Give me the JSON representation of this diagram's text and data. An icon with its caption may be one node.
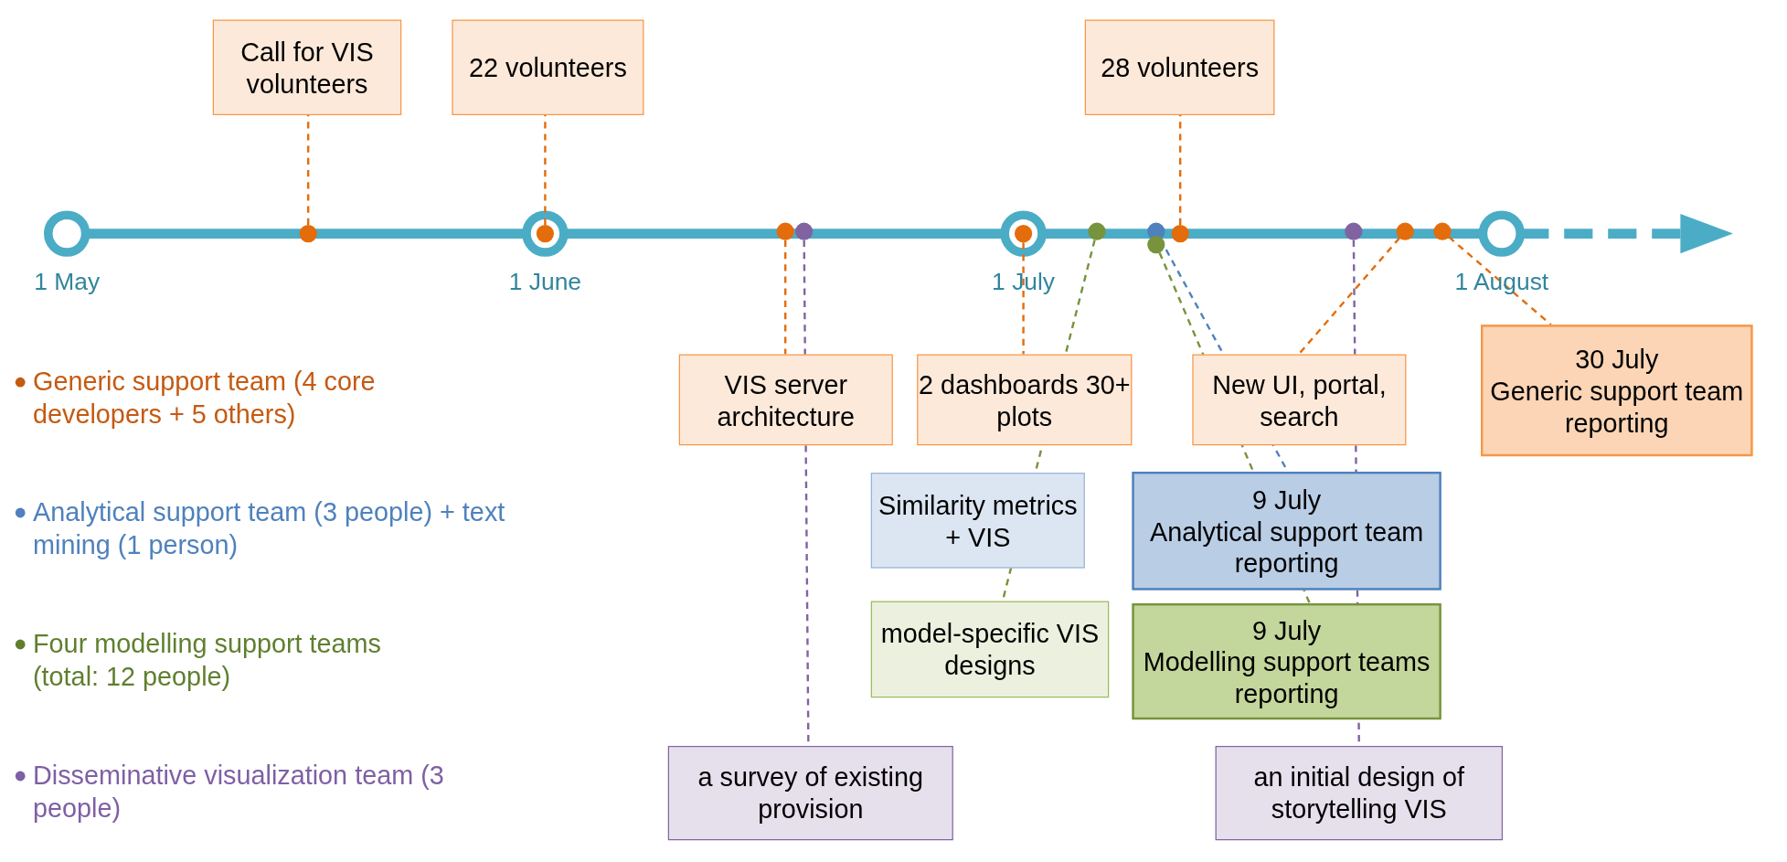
{
  "diagram": {
    "nodes": [
      {
        "text": [
          "Call for VIS volunteers"
        ]
      },
      {
        "text": [
          "22 volunteers"
        ]
      },
      {
        "text": [
          "28 volunteers"
        ]
      },
      {
        "text": [],
        "shape": "circle"
      },
      {
        "text": [],
        "shape": "circle"
      },
      {
        "text": [],
        "shape": "circle"
      },
      {
        "text": [],
        "shape": "circle"
      },
      {
        "text": [],
        "shape": "circle"
      },
      {
        "text": [],
        "shape": "circle"
      },
      {
        "text": [],
        "shape": "circle"
      },
      {
        "text": [],
        "shape": "circle"
      },
      {
        "text": [],
        "shape": "circle"
      },
      {
        "text": [],
        "shape": "circle"
      },
      {
        "text": [],
        "shape": "circle"
      },
      {
        "text": [],
        "shape": "circle"
      },
      {
        "text": [
          "VIS server architecture"
        ]
      },
      {
        "text": [
          "2 dashboards 30+ plots"
        ]
      },
      {
        "text": [
          "New UI, portal, search"
        ]
      },
      {
        "text": [
          "30 July",
          "Generic support team reporting"
        ]
      },
      {
        "text": [
          "Similarity metrics + VIS"
        ]
      },
      {
        "text": [
          "9 July",
          "Analytical support team reporting"
        ]
      },
      {
        "text": [
          "model-specific VIS designs"
        ]
      },
      {
        "text": [
          "9 July",
          "Modelling support teams reporting"
        ]
      },
      {
        "text": [
          "a survey of existing provision"
        ]
      },
      {
        "text": [
          "an initial design of storytelling VIS"
        ]
      }
    ],
    "edges": [
      {
        "from": 3,
        "to": 0,
        "arrow": "none",
        "style": "dashed",
        "color": "#e46c0a"
      },
      {
        "from": 4,
        "to": 1,
        "arrow": "none",
        "style": "dashed",
        "color": "#e46c0a"
      },
      {
        "from": 11,
        "to": 2,
        "arrow": "none",
        "style": "dashed",
        "color": "#e46c0a"
      },
      {
        "from": 5,
        "to": 15,
        "arrow": "none",
        "style": "dashed",
        "color": "#e46c0a"
      },
      {
        "from": 6,
        "to": 23,
        "arrow": "none",
        "style": "dashed",
        "color": "#8064a2"
      },
      {
        "from": 7,
        "to": 16,
        "arrow": "none",
        "style": "dashed",
        "color": "#e46c0a"
      },
      {
        "from": 8,
        "to": 21,
        "arrow": "none",
        "style": "dashed",
        "color": "#77933c"
      },
      {
        "from": 9,
        "to": 20,
        "arrow": "none",
        "style": "dashed",
        "color": "#4f81bd"
      },
      {
        "from": 10,
        "to": 22,
        "arrow": "none",
        "style": "dashed",
        "color": "#77933c"
      },
      {
        "from": 12,
        "to": 24,
        "arrow": "none",
        "style": "dashed",
        "color": "#8064a2"
      },
      {
        "from": 13,
        "to": 17,
        "arrow": "none",
        "style": "dashed",
        "color": "#e46c0a"
      },
      {
        "from": 14,
        "to": 18,
        "arrow": "none",
        "style": "dashed",
        "color": "#e46c0a"
      }
    ],
    "labels": [
      "1 May",
      "1 June",
      "1 July",
      "1 August"
    ],
    "legend": [
      {
        "text": "Generic support team (4 core developers + 5 others)",
        "color": "#c55a11"
      },
      {
        "text": "Analytical support team (3 people) + text mining (1 person)",
        "color": "#4f81bd"
      },
      {
        "text": "Four modelling support teams (total: 12 people)",
        "color": "#5f7f2f"
      },
      {
        "text": "Disseminative visualization team (3 people)",
        "color": "#7f5fa5"
      }
    ]
  }
}
